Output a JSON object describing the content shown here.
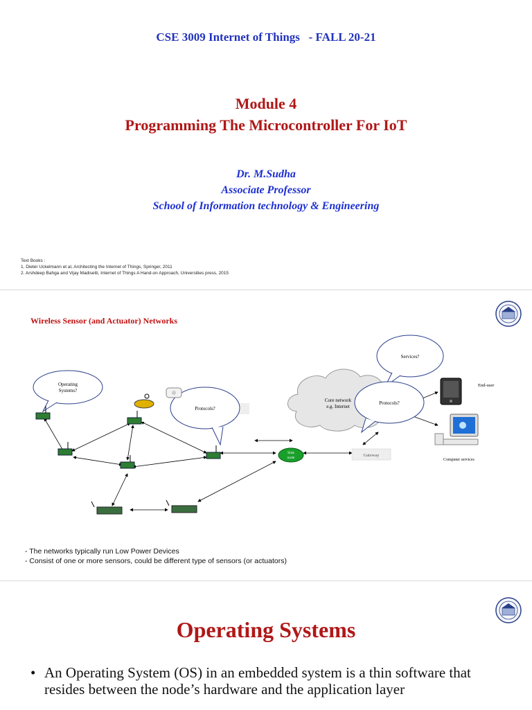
{
  "slide1": {
    "course": "CSE 3009 Internet of Things   - FALL 20-21",
    "module": "Module 4",
    "subtitle": "Programming The Microcontroller For IoT",
    "author_name": "Dr. M.Sudha",
    "author_role": "Associate Professor",
    "author_school": "School of Information technology & Engineering",
    "textbooks_heading": "Text Books :",
    "textbooks": [
      "1. Dieter Uckelmann et al, Architecting the Internet of Things, Springer, 2011",
      "2. Arshdeep Bahga and Vijay Madisetti, Internet of Things A Hand-on Approach, Universities press, 2015"
    ]
  },
  "slide2": {
    "title": "Wireless Sensor (and Actuator) Networks",
    "bubble_os": [
      "Operating",
      "Systems?"
    ],
    "bubble_protocols_left": "Protocols?",
    "bubble_services": "Services?",
    "bubble_protocols_right": "Protocols?",
    "cloud": [
      "Core network",
      "e.g. Internet"
    ],
    "sink": [
      "Sink",
      "node"
    ],
    "gateway": "Gateway",
    "end_user": "End-user",
    "computer_services": "Computer services",
    "notes": [
      "- The networks typically run Low Power Devices",
      "- Consist of one or more sensors, could be different type of sensors (or actuators)"
    ]
  },
  "slide3": {
    "title": "Operating Systems",
    "bullet_marker": "•",
    "bullet": "An Operating System (OS) in an embedded system is a thin software that resides between the node’s hardware and the application layer"
  },
  "colors": {
    "title_red": "#b01818",
    "author_blue": "#1d2fd0",
    "sink_green": "#18a02a"
  }
}
